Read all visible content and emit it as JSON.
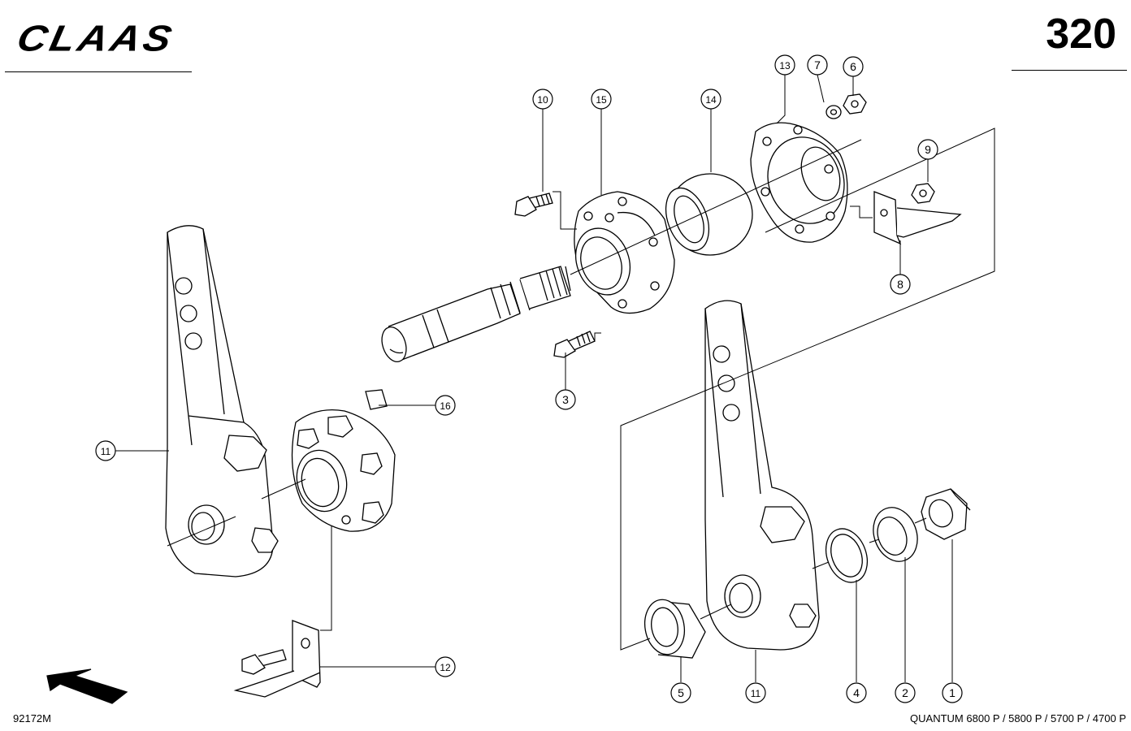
{
  "header": {
    "brand": "CLAAS",
    "page_number": "320"
  },
  "footer": {
    "drawing_id": "92172M",
    "models": "QUANTUM 6800 P / 5800 P / 5700 P / 4700 P"
  },
  "callouts": [
    "10",
    "15",
    "14",
    "13",
    "7",
    "6",
    "9",
    "8",
    "3",
    "11",
    "16",
    "12",
    "5",
    "11",
    "4",
    "2",
    "1"
  ],
  "colors": {
    "ink": "#000000",
    "paper": "#ffffff"
  }
}
